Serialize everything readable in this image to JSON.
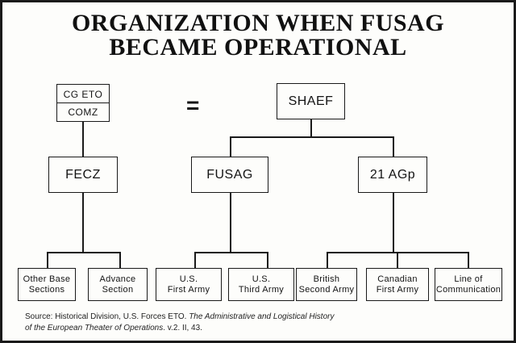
{
  "title": {
    "line1": "ORGANIZATION WHEN FUSAG",
    "line2": "BECAME OPERATIONAL"
  },
  "equals_sign": "=",
  "nodes": {
    "cg_eto": "CG ETO",
    "comz": "COMZ",
    "shaef": "SHAEF",
    "fecz": "FECZ",
    "fusag": "FUSAG",
    "agp21": "21 AGp",
    "other_base_sections": [
      "Other Base",
      "Sections"
    ],
    "advance_section": [
      "Advance",
      "Section"
    ],
    "us_first_army": [
      "U.S.",
      "First Army"
    ],
    "us_third_army": [
      "U.S.",
      "Third Army"
    ],
    "british_second_army": [
      "British",
      "Second Army"
    ],
    "canadian_first_army": [
      "Canadian",
      "First Army"
    ],
    "line_of_communication": [
      "Line of",
      "Communication"
    ]
  },
  "source": {
    "prefix": "Source: Historical Division, U.S. Forces ETO. ",
    "work_title_1": "The Administrative and Logistical History",
    "work_title_2": "of the European Theater of Operations",
    "suffix": ". v.2. II, 43."
  }
}
